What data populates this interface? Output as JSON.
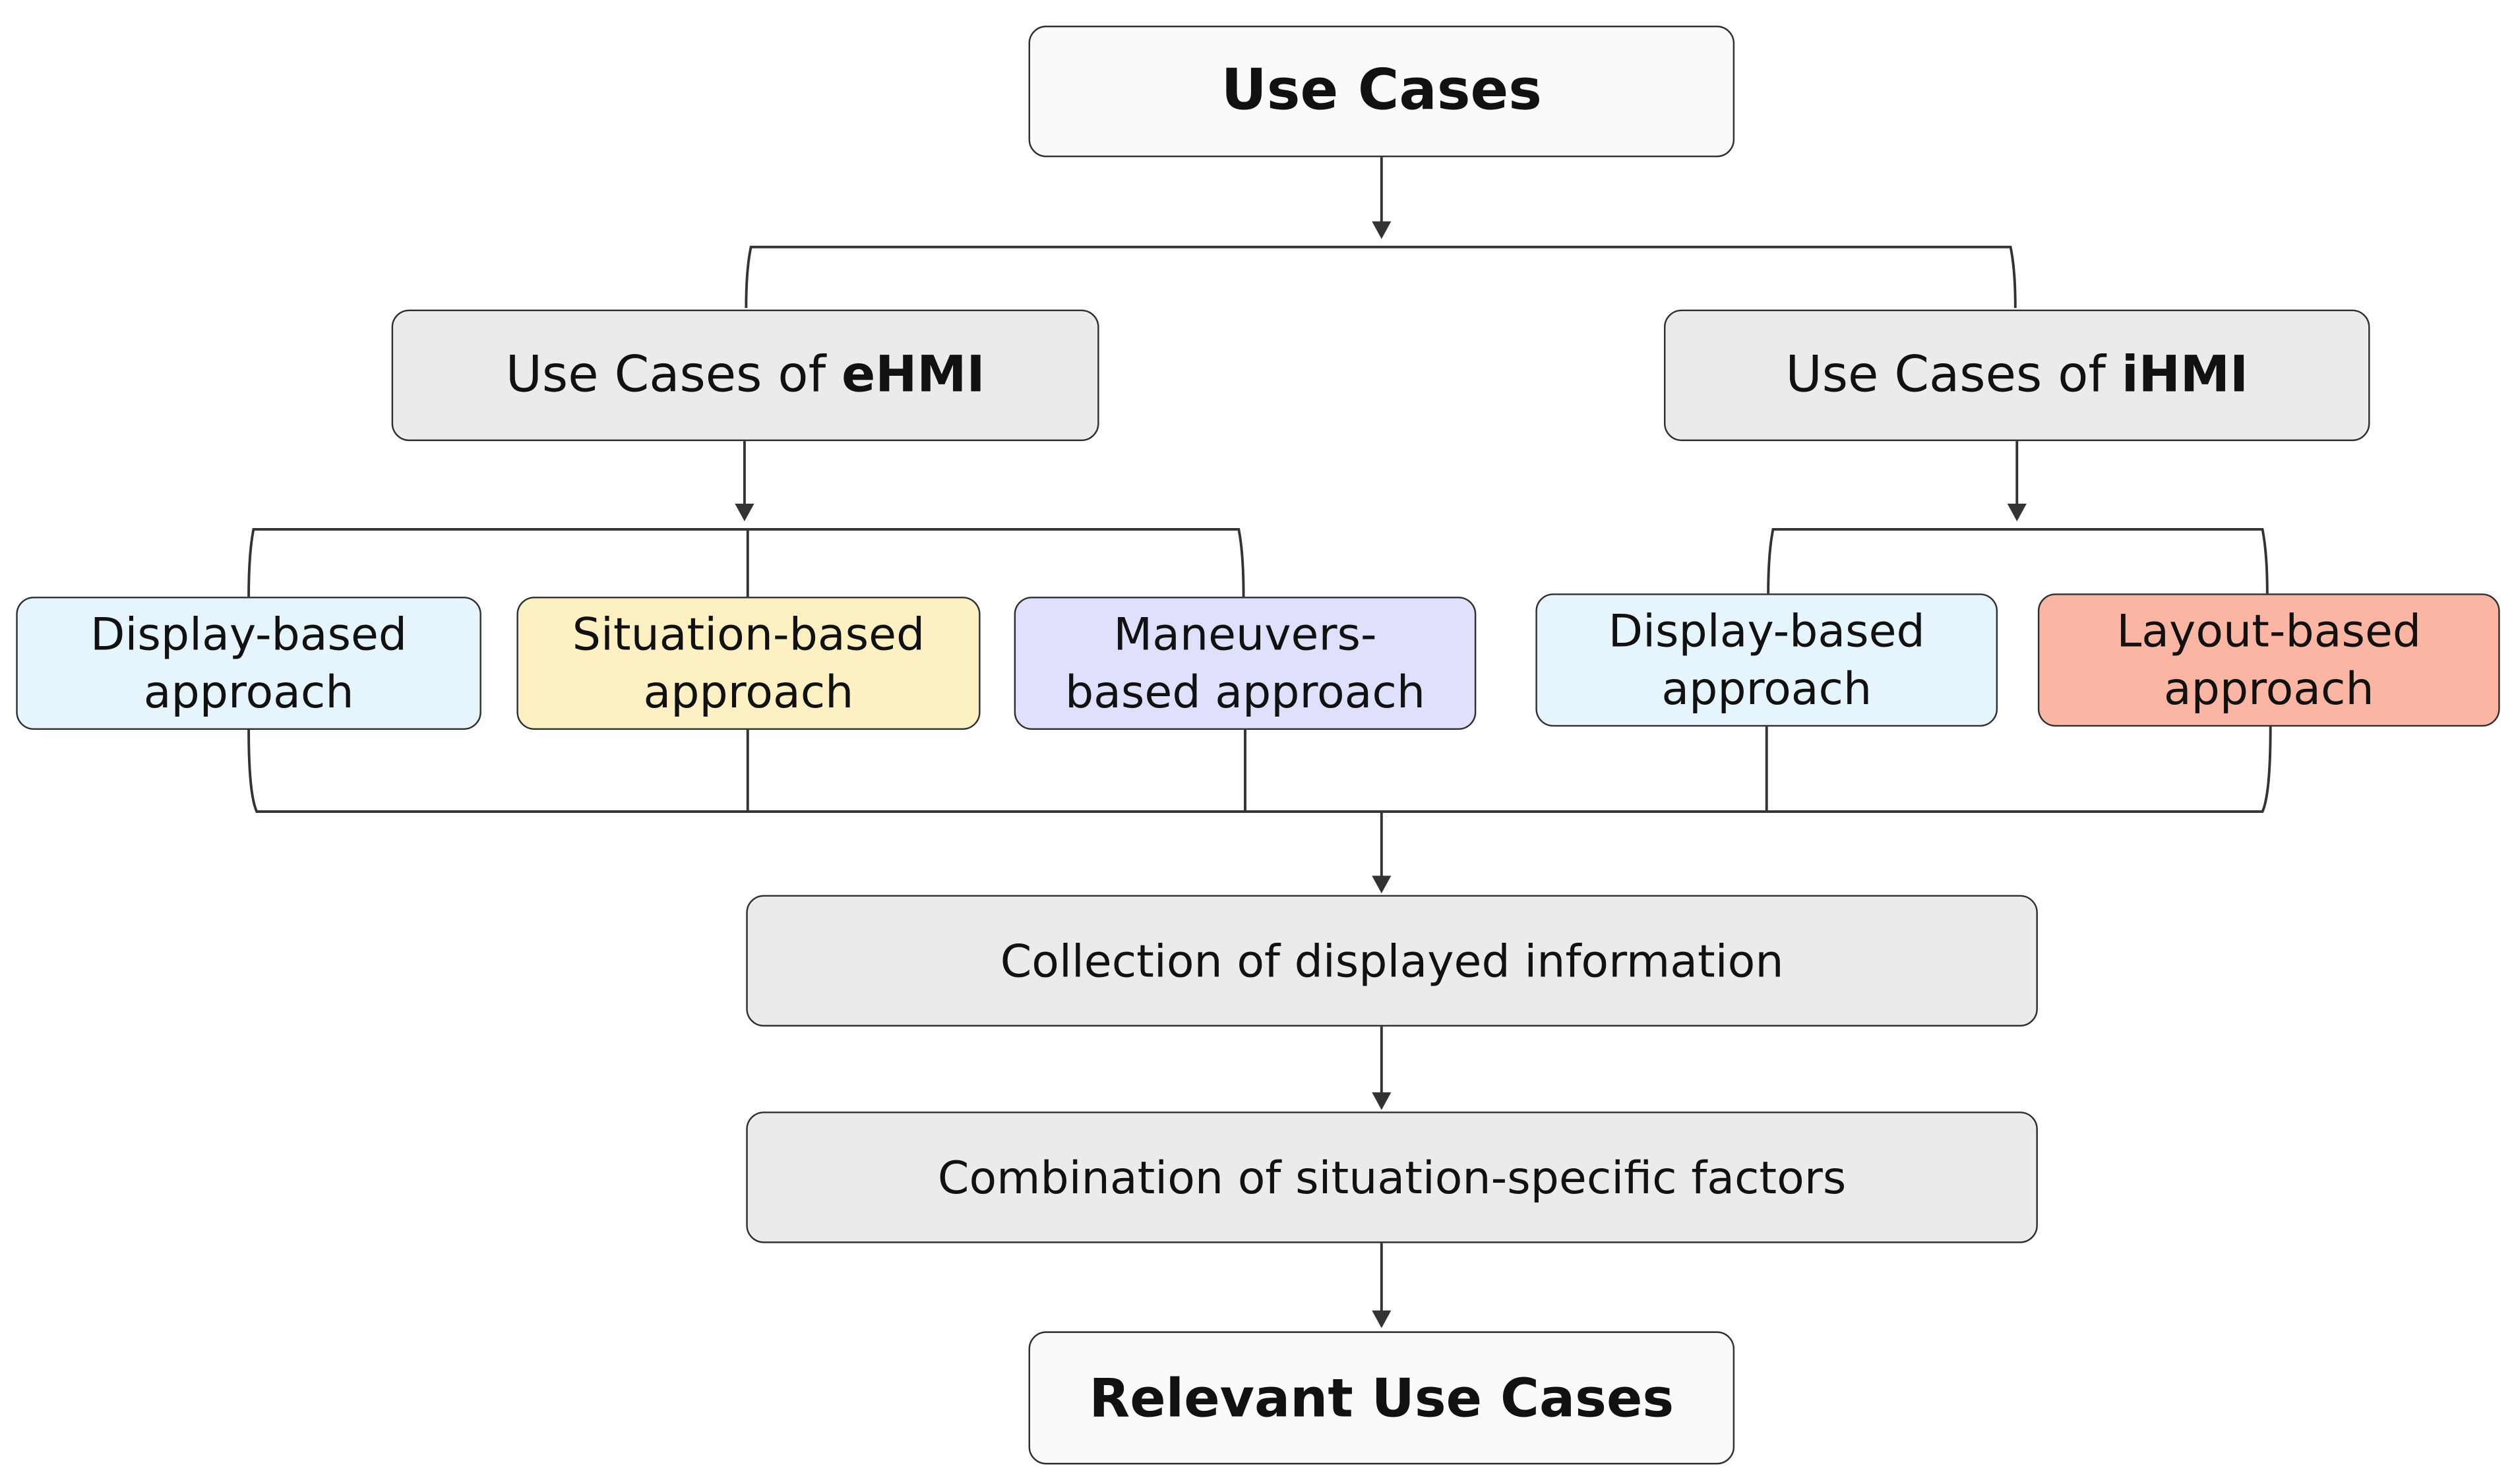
{
  "diagram": {
    "root": "Use Cases",
    "ehmi": {
      "prefix": "Use Cases of ",
      "bold": "eHMI"
    },
    "ihmi": {
      "prefix": "Use Cases of ",
      "bold": "iHMI"
    },
    "ehmi_approaches": [
      {
        "line1": "Display-based",
        "line2": "approach",
        "color": "#e5f5fb"
      },
      {
        "line1": "Situation-based",
        "line2": "approach",
        "color": "#fdf1c4"
      },
      {
        "line1": "Maneuvers-",
        "line2": "based approach",
        "color": "#dfe1fc"
      }
    ],
    "ihmi_approaches": [
      {
        "line1": "Display-based",
        "line2": "approach",
        "color": "#e5f5fb"
      },
      {
        "line1": "Layout-based",
        "line2": "approach",
        "color": "#fbb6a3"
      }
    ],
    "collection": "Collection of displayed information",
    "combination": "Combination of situation-specific factors",
    "result": "Relevant Use Cases"
  }
}
